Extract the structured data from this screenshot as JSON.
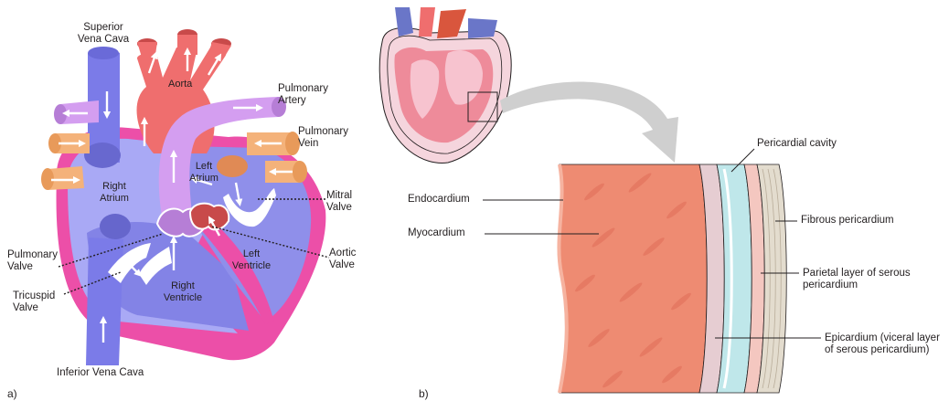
{
  "panel_a": {
    "letter": "a)",
    "labels": {
      "svc_line1": "Superior",
      "svc_line2": "Vena Cava",
      "aorta": "Aorta",
      "pulm_artery_line1": "Pulmonary",
      "pulm_artery_line2": "Artery",
      "pulm_vein_line1": "Pulmonary",
      "pulm_vein_line2": "Vein",
      "right_atrium_line1": "Right",
      "right_atrium_line2": "Atrium",
      "left_atrium_line1": "Left",
      "left_atrium_line2": "Atrium",
      "mitral_line1": "Mitral",
      "mitral_line2": "Valve",
      "pulm_valve_line1": "Pulmonary",
      "pulm_valve_line2": "Valve",
      "left_ventricle_line1": "Left",
      "left_ventricle_line2": "Ventricle",
      "aortic_line1": "Aortic",
      "aortic_line2": "Valve",
      "tricuspid_line1": "Tricuspid",
      "tricuspid_line2": "Valve",
      "right_ventricle_line1": "Right",
      "right_ventricle_line2": "Ventricle",
      "ivc": "Inferior Vena Cava"
    }
  },
  "panel_b": {
    "letter": "b)",
    "labels": {
      "pericardial_cavity": "Pericardial cavity",
      "endocardium": "Endocardium",
      "myocardium": "Myocardium",
      "fibrous": "Fibrous pericardium",
      "parietal_line1": "Parietal layer of serous",
      "parietal_line2": "pericardium",
      "epicardium_line1": "Epicardium (viceral layer",
      "epicardium_line2": "of serous pericardium)"
    }
  },
  "colors": {
    "vein_blue": "#7b7be8",
    "aorta_red": "#ef6e6e",
    "pulmonary_lilac": "#d49ef0",
    "pulmonary_vein_orange": "#f4b27a",
    "pericardium_pink": "#ec4fa8",
    "right_chamber": "#a9a9f5",
    "left_chamber": "#8f8fea",
    "myocardium": "#ee8b72",
    "cavity": "#bfe7ea"
  }
}
